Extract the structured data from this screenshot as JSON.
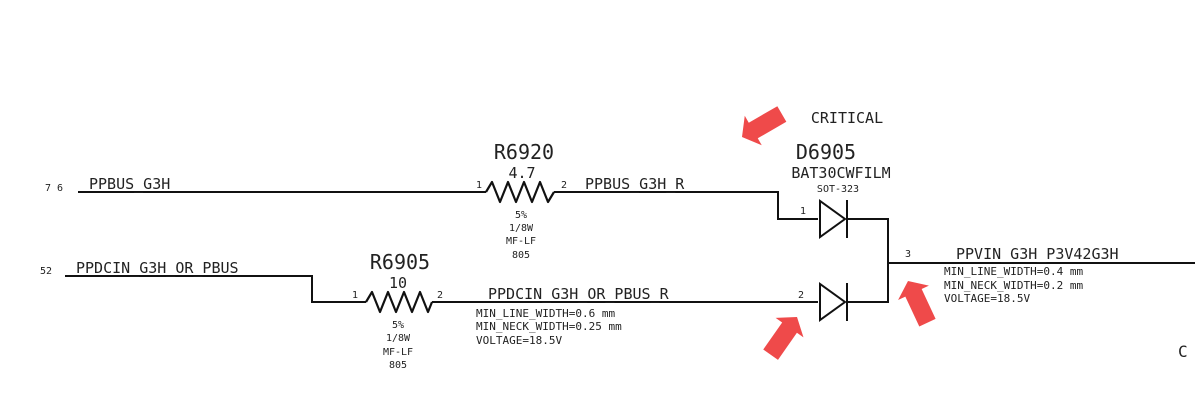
{
  "net_pins": {
    "ppbus_left": "7 6",
    "ppdcin_left": "52",
    "ppvin_pin": "3"
  },
  "nets": {
    "ppbus": "PPBUS_G3H",
    "ppbus_r": "PPBUS_G3H_R",
    "ppdcin": "PPDCIN_G3H_OR_PBUS",
    "ppdcin_r": "PPDCIN_G3H_OR_PBUS_R",
    "ppvin": "PPVIN_G3H_P3V42G3H"
  },
  "r6920": {
    "ref": "R6920",
    "value": "4.7",
    "pin1": "1",
    "pin2": "2",
    "tolerance": "5%",
    "power": "1/8W",
    "type": "MF-LF",
    "package": "805"
  },
  "r6905": {
    "ref": "R6905",
    "value": "10",
    "pin1": "1",
    "pin2": "2",
    "tolerance": "5%",
    "power": "1/8W",
    "type": "MF-LF",
    "package": "805"
  },
  "d6905": {
    "critical": "CRITICAL",
    "ref": "D6905",
    "part": "BAT30CWFILM",
    "package": "SOT-323",
    "pin1": "1",
    "pin2": "2"
  },
  "ppdcin_r_props": {
    "line1": "MIN_LINE_WIDTH=0.6 mm",
    "line2": "MIN_NECK_WIDTH=0.25 mm",
    "line3": "VOLTAGE=18.5V"
  },
  "ppvin_props": {
    "line1": "MIN_LINE_WIDTH=0.4 mm",
    "line2": "MIN_NECK_WIDTH=0.2 mm",
    "line3": "VOLTAGE=18.5V"
  },
  "edge_letter": "C",
  "annotation_color": "#ef4a4a"
}
